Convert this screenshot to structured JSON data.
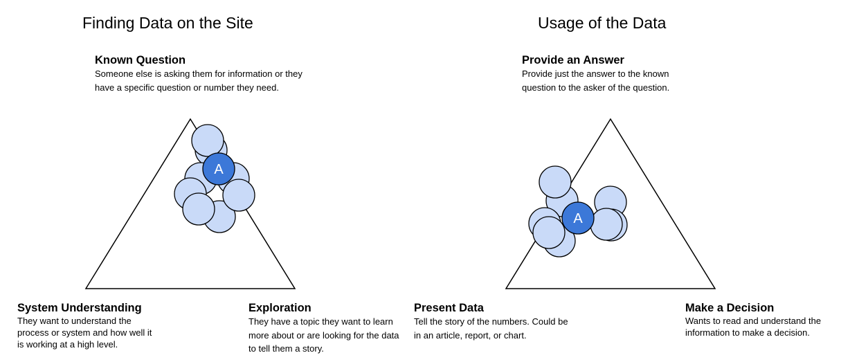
{
  "left": {
    "title": "Finding Data on the Site",
    "top": {
      "heading": "Known Question",
      "text": "Someone else is asking them for information or they have a specific question or number they need."
    },
    "bottom_left": {
      "heading": "System Understanding",
      "text": "They want to understand the process or system and how well it is working at a high level."
    },
    "bottom_right": {
      "heading": "Exploration",
      "text": "They have a topic they want to learn more about or are looking for the data to tell them a story."
    },
    "marker_label": "A"
  },
  "right": {
    "title": "Usage of the Data",
    "top": {
      "heading": "Provide an Answer",
      "text": "Provide just the answer to the known question to the asker of the question."
    },
    "bottom_left": {
      "heading": "Present Data",
      "text": "Tell the story of the numbers.  Could be in an article, report, or chart."
    },
    "bottom_right": {
      "heading": "Make a Decision",
      "text": "Wants to read and understand the information to make a decision."
    },
    "marker_label": "A"
  },
  "colors": {
    "dot": "#c9daf8",
    "highlight": "#3c78d8"
  }
}
